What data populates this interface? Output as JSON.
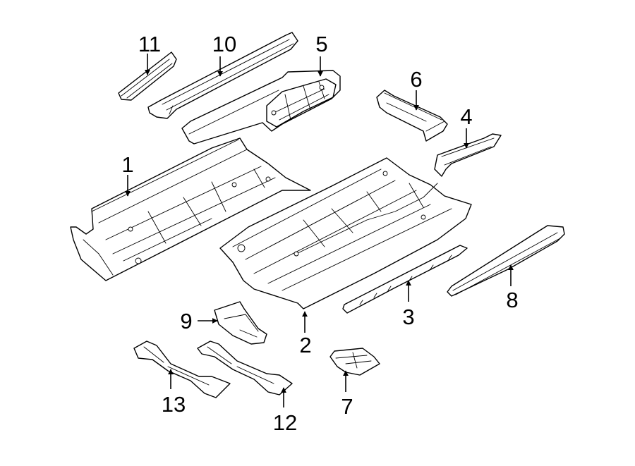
{
  "callouts": [
    {
      "id": "callout-1",
      "number": "1"
    },
    {
      "id": "callout-2",
      "number": "2"
    },
    {
      "id": "callout-3",
      "number": "3"
    },
    {
      "id": "callout-4",
      "number": "4"
    },
    {
      "id": "callout-5",
      "number": "5"
    },
    {
      "id": "callout-6",
      "number": "6"
    },
    {
      "id": "callout-7",
      "number": "7"
    },
    {
      "id": "callout-8",
      "number": "8"
    },
    {
      "id": "callout-9",
      "number": "9"
    },
    {
      "id": "callout-10",
      "number": "10"
    },
    {
      "id": "callout-11",
      "number": "11"
    },
    {
      "id": "callout-12",
      "number": "12"
    },
    {
      "id": "callout-13",
      "number": "13"
    }
  ],
  "colors": {
    "line": "#000000",
    "background": "#ffffff"
  }
}
